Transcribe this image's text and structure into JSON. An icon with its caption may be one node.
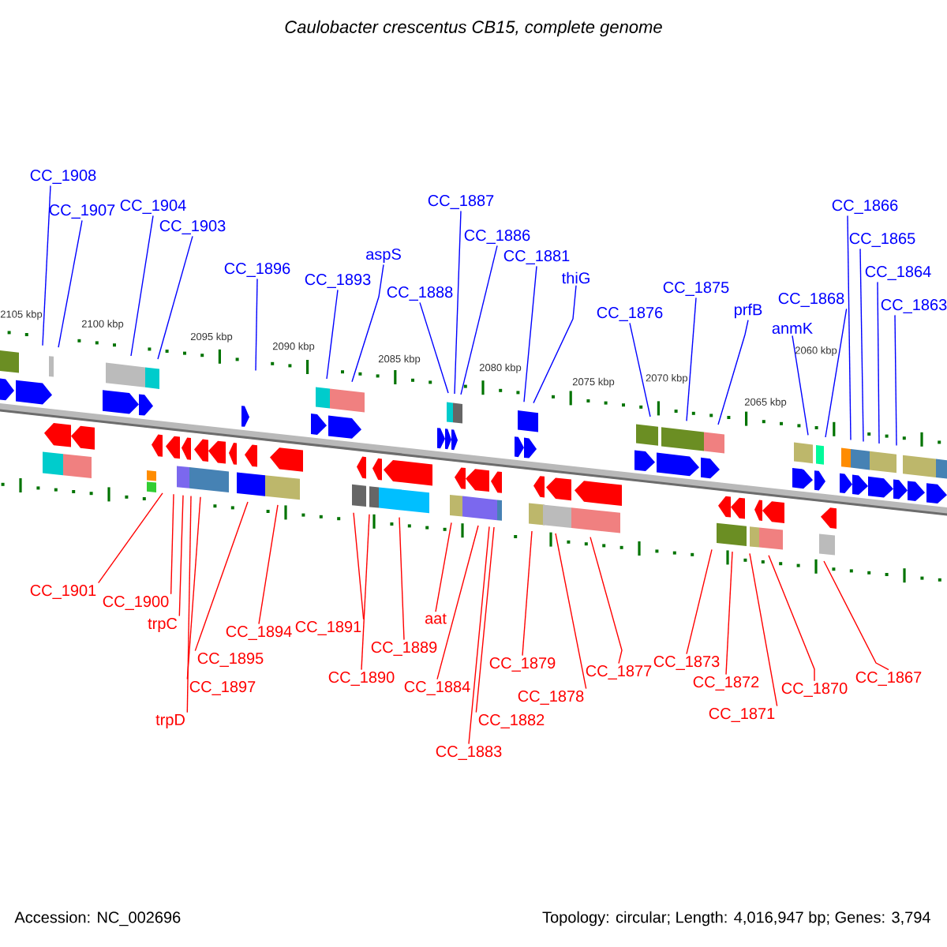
{
  "diagram": {
    "title": "*Caulobacter crescentus* CB15, complete genome",
    "nodes": [
      {
        "text": [
          "CC_1908"
        ]
      },
      {
        "text": [
          "CC_1907"
        ]
      },
      {
        "text": [
          "CC_1904"
        ]
      },
      {
        "text": [
          "CC_1903"
        ]
      },
      {
        "text": [
          "CC_1896"
        ]
      },
      {
        "text": [
          "CC_1893"
        ]
      },
      {
        "text": [
          "aspS"
        ]
      },
      {
        "text": [
          "CC_1888"
        ]
      },
      {
        "text": [
          "CC_1887"
        ]
      },
      {
        "text": [
          "CC_1886"
        ]
      },
      {
        "text": [
          "CC_1881"
        ]
      },
      {
        "text": [
          "thiG"
        ]
      },
      {
        "text": [
          "CC_1876"
        ]
      },
      {
        "text": [
          "CC_1875"
        ]
      },
      {
        "text": [
          "prfB"
        ]
      },
      {
        "text": [
          "anmK"
        ]
      },
      {
        "text": [
          "CC_1868"
        ]
      },
      {
        "text": [
          "CC_1866"
        ]
      },
      {
        "text": [
          "CC_1865"
        ]
      },
      {
        "text": [
          "CC_1864"
        ]
      },
      {
        "text": [
          "CC_1863"
        ]
      },
      {
        "text": [
          "CC_1901"
        ]
      },
      {
        "text": [
          "CC_1900"
        ]
      },
      {
        "text": [
          "trpC"
        ]
      },
      {
        "text": [
          "CC_1897"
        ]
      },
      {
        "text": [
          "trpD"
        ]
      },
      {
        "text": [
          "CC_1895"
        ]
      },
      {
        "text": [
          "CC_1894"
        ]
      },
      {
        "text": [
          "CC_1891"
        ]
      },
      {
        "text": [
          "CC_1890"
        ]
      },
      {
        "text": [
          "CC_1889"
        ]
      },
      {
        "text": [
          "aat"
        ]
      },
      {
        "text": [
          "CC_1884"
        ]
      },
      {
        "text": [
          "CC_1882"
        ]
      },
      {
        "text": [
          "CC_1883"
        ]
      },
      {
        "text": [
          "CC_1879"
        ]
      },
      {
        "text": [
          "CC_1878"
        ]
      },
      {
        "text": [
          "CC_1877"
        ]
      },
      {
        "text": [
          "CC_1873"
        ]
      },
      {
        "text": [
          "CC_1872"
        ]
      },
      {
        "text": [
          "CC_1871"
        ]
      },
      {
        "text": [
          "CC_1870"
        ]
      },
      {
        "text": [
          "CC_1867"
        ]
      }
    ],
    "edges": [
      {
        "from": 0,
        "to": null,
        "arrow": "none",
        "color": "#0000ff"
      },
      {
        "from": 1,
        "to": null,
        "arrow": "none",
        "color": "#0000ff"
      },
      {
        "from": 2,
        "to": null,
        "arrow": "none",
        "color": "#0000ff"
      },
      {
        "from": 3,
        "to": null,
        "arrow": "none",
        "color": "#0000ff"
      },
      {
        "from": 4,
        "to": null,
        "arrow": "none",
        "color": "#0000ff"
      },
      {
        "from": 5,
        "to": null,
        "arrow": "none",
        "color": "#0000ff"
      },
      {
        "from": 6,
        "to": null,
        "arrow": "none",
        "color": "#0000ff"
      },
      {
        "from": 7,
        "to": null,
        "arrow": "none",
        "color": "#0000ff"
      },
      {
        "from": 8,
        "to": null,
        "arrow": "none",
        "color": "#0000ff"
      },
      {
        "from": 9,
        "to": null,
        "arrow": "none",
        "color": "#0000ff"
      },
      {
        "from": 10,
        "to": null,
        "arrow": "none",
        "color": "#0000ff"
      },
      {
        "from": 11,
        "to": null,
        "arrow": "none",
        "color": "#0000ff"
      },
      {
        "from": 12,
        "to": null,
        "arrow": "none",
        "color": "#0000ff"
      },
      {
        "from": 13,
        "to": null,
        "arrow": "none",
        "color": "#0000ff"
      },
      {
        "from": 14,
        "to": null,
        "arrow": "none",
        "color": "#0000ff"
      },
      {
        "from": 15,
        "to": null,
        "arrow": "none",
        "color": "#0000ff"
      },
      {
        "from": 16,
        "to": null,
        "arrow": "none",
        "color": "#0000ff"
      },
      {
        "from": 17,
        "to": null,
        "arrow": "none",
        "color": "#0000ff"
      },
      {
        "from": 18,
        "to": null,
        "arrow": "none",
        "color": "#0000ff"
      },
      {
        "from": 19,
        "to": null,
        "arrow": "none",
        "color": "#0000ff"
      },
      {
        "from": 20,
        "to": null,
        "arrow": "none",
        "color": "#0000ff"
      },
      {
        "from": 21,
        "to": null,
        "arrow": "none",
        "color": "#ff0000"
      },
      {
        "from": 22,
        "to": null,
        "arrow": "none",
        "color": "#ff0000"
      },
      {
        "from": 23,
        "to": null,
        "arrow": "none",
        "color": "#ff0000"
      },
      {
        "from": 24,
        "to": null,
        "arrow": "none",
        "color": "#ff0000"
      },
      {
        "from": 25,
        "to": null,
        "arrow": "none",
        "color": "#ff0000"
      },
      {
        "from": 26,
        "to": null,
        "arrow": "none",
        "color": "#ff0000"
      },
      {
        "from": 27,
        "to": null,
        "arrow": "none",
        "color": "#ff0000"
      },
      {
        "from": 28,
        "to": null,
        "arrow": "none",
        "color": "#ff0000"
      },
      {
        "from": 29,
        "to": null,
        "arrow": "none",
        "color": "#ff0000"
      },
      {
        "from": 30,
        "to": null,
        "arrow": "none",
        "color": "#ff0000"
      },
      {
        "from": 31,
        "to": null,
        "arrow": "none",
        "color": "#ff0000"
      },
      {
        "from": 32,
        "to": null,
        "arrow": "none",
        "color": "#ff0000"
      },
      {
        "from": 33,
        "to": null,
        "arrow": "none",
        "color": "#ff0000"
      },
      {
        "from": 34,
        "to": null,
        "arrow": "none",
        "color": "#ff0000"
      },
      {
        "from": 35,
        "to": null,
        "arrow": "none",
        "color": "#ff0000"
      },
      {
        "from": 36,
        "to": null,
        "arrow": "none",
        "color": "#ff0000"
      },
      {
        "from": 37,
        "to": null,
        "arrow": "none",
        "color": "#ff0000"
      },
      {
        "from": 38,
        "to": null,
        "arrow": "none",
        "color": "#ff0000"
      },
      {
        "from": 39,
        "to": null,
        "arrow": "none",
        "color": "#ff0000"
      },
      {
        "from": 40,
        "to": null,
        "arrow": "none",
        "color": "#ff0000"
      },
      {
        "from": 41,
        "to": null,
        "arrow": "none",
        "color": "#ff0000"
      },
      {
        "from": 42,
        "to": null,
        "arrow": "none",
        "color": "#ff0000"
      }
    ],
    "labels": [
      "2105 kbp",
      "2100 kbp",
      "2095 kbp",
      "2090 kbp",
      "2085 kbp",
      "2080 kbp",
      "2075 kbp",
      "2070 kbp",
      "2065 kbp",
      "2060 kbp",
      "Accession: NC_002696",
      "Topology: circular; Length: 4,016,947 bp; Genes: 3,794"
    ]
  }
}
